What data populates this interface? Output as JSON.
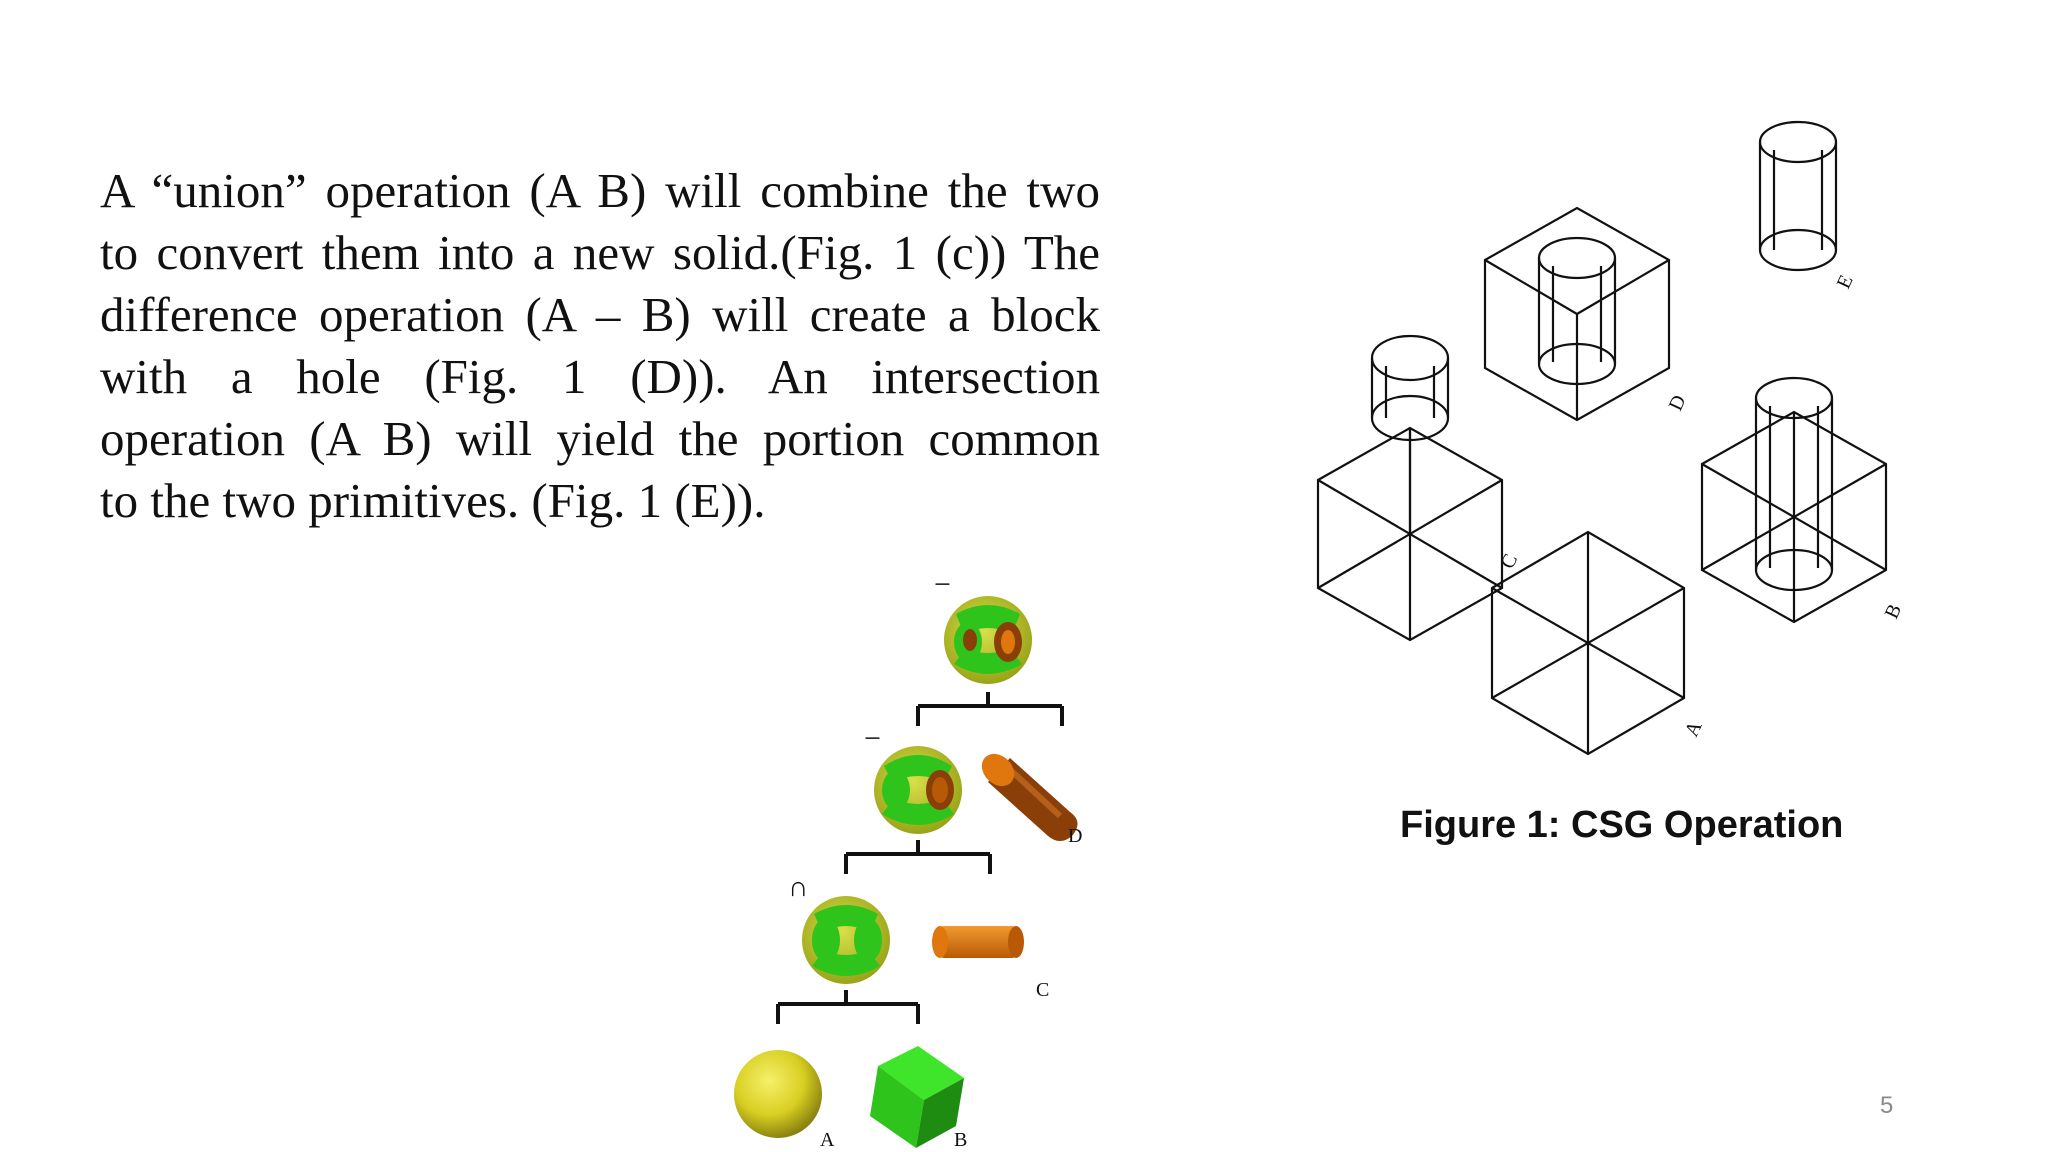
{
  "paragraph": {
    "lines": [
      "A “union” operation (A B) will combine the two",
      "to convert them into a new solid.(Fig. 1 (c)) The",
      "difference operation (A – B) will create a block",
      "with a hole (Fig. 1 (D)). An intersection",
      "operation (A B) will yield the portion common",
      "to the two primitives. (Fig. 1 (E))."
    ]
  },
  "wireframe": {
    "labels": {
      "a": "A",
      "b": "B",
      "c": "C",
      "d": "D",
      "e": "E"
    }
  },
  "caption": "Figure 1: CSG Operation",
  "tree": {
    "operators": {
      "top": "−",
      "middle": "−",
      "lower": "∩"
    },
    "labels": {
      "a": "A",
      "b": "B",
      "c": "C",
      "d": "D"
    }
  },
  "colors": {
    "text": "#111111",
    "green": "#2fc41c",
    "yellow": "#d8cf22",
    "orange": "#e0770e",
    "brown": "#8a3e08",
    "page_number": "#8a8a8a"
  },
  "page_number": "5"
}
